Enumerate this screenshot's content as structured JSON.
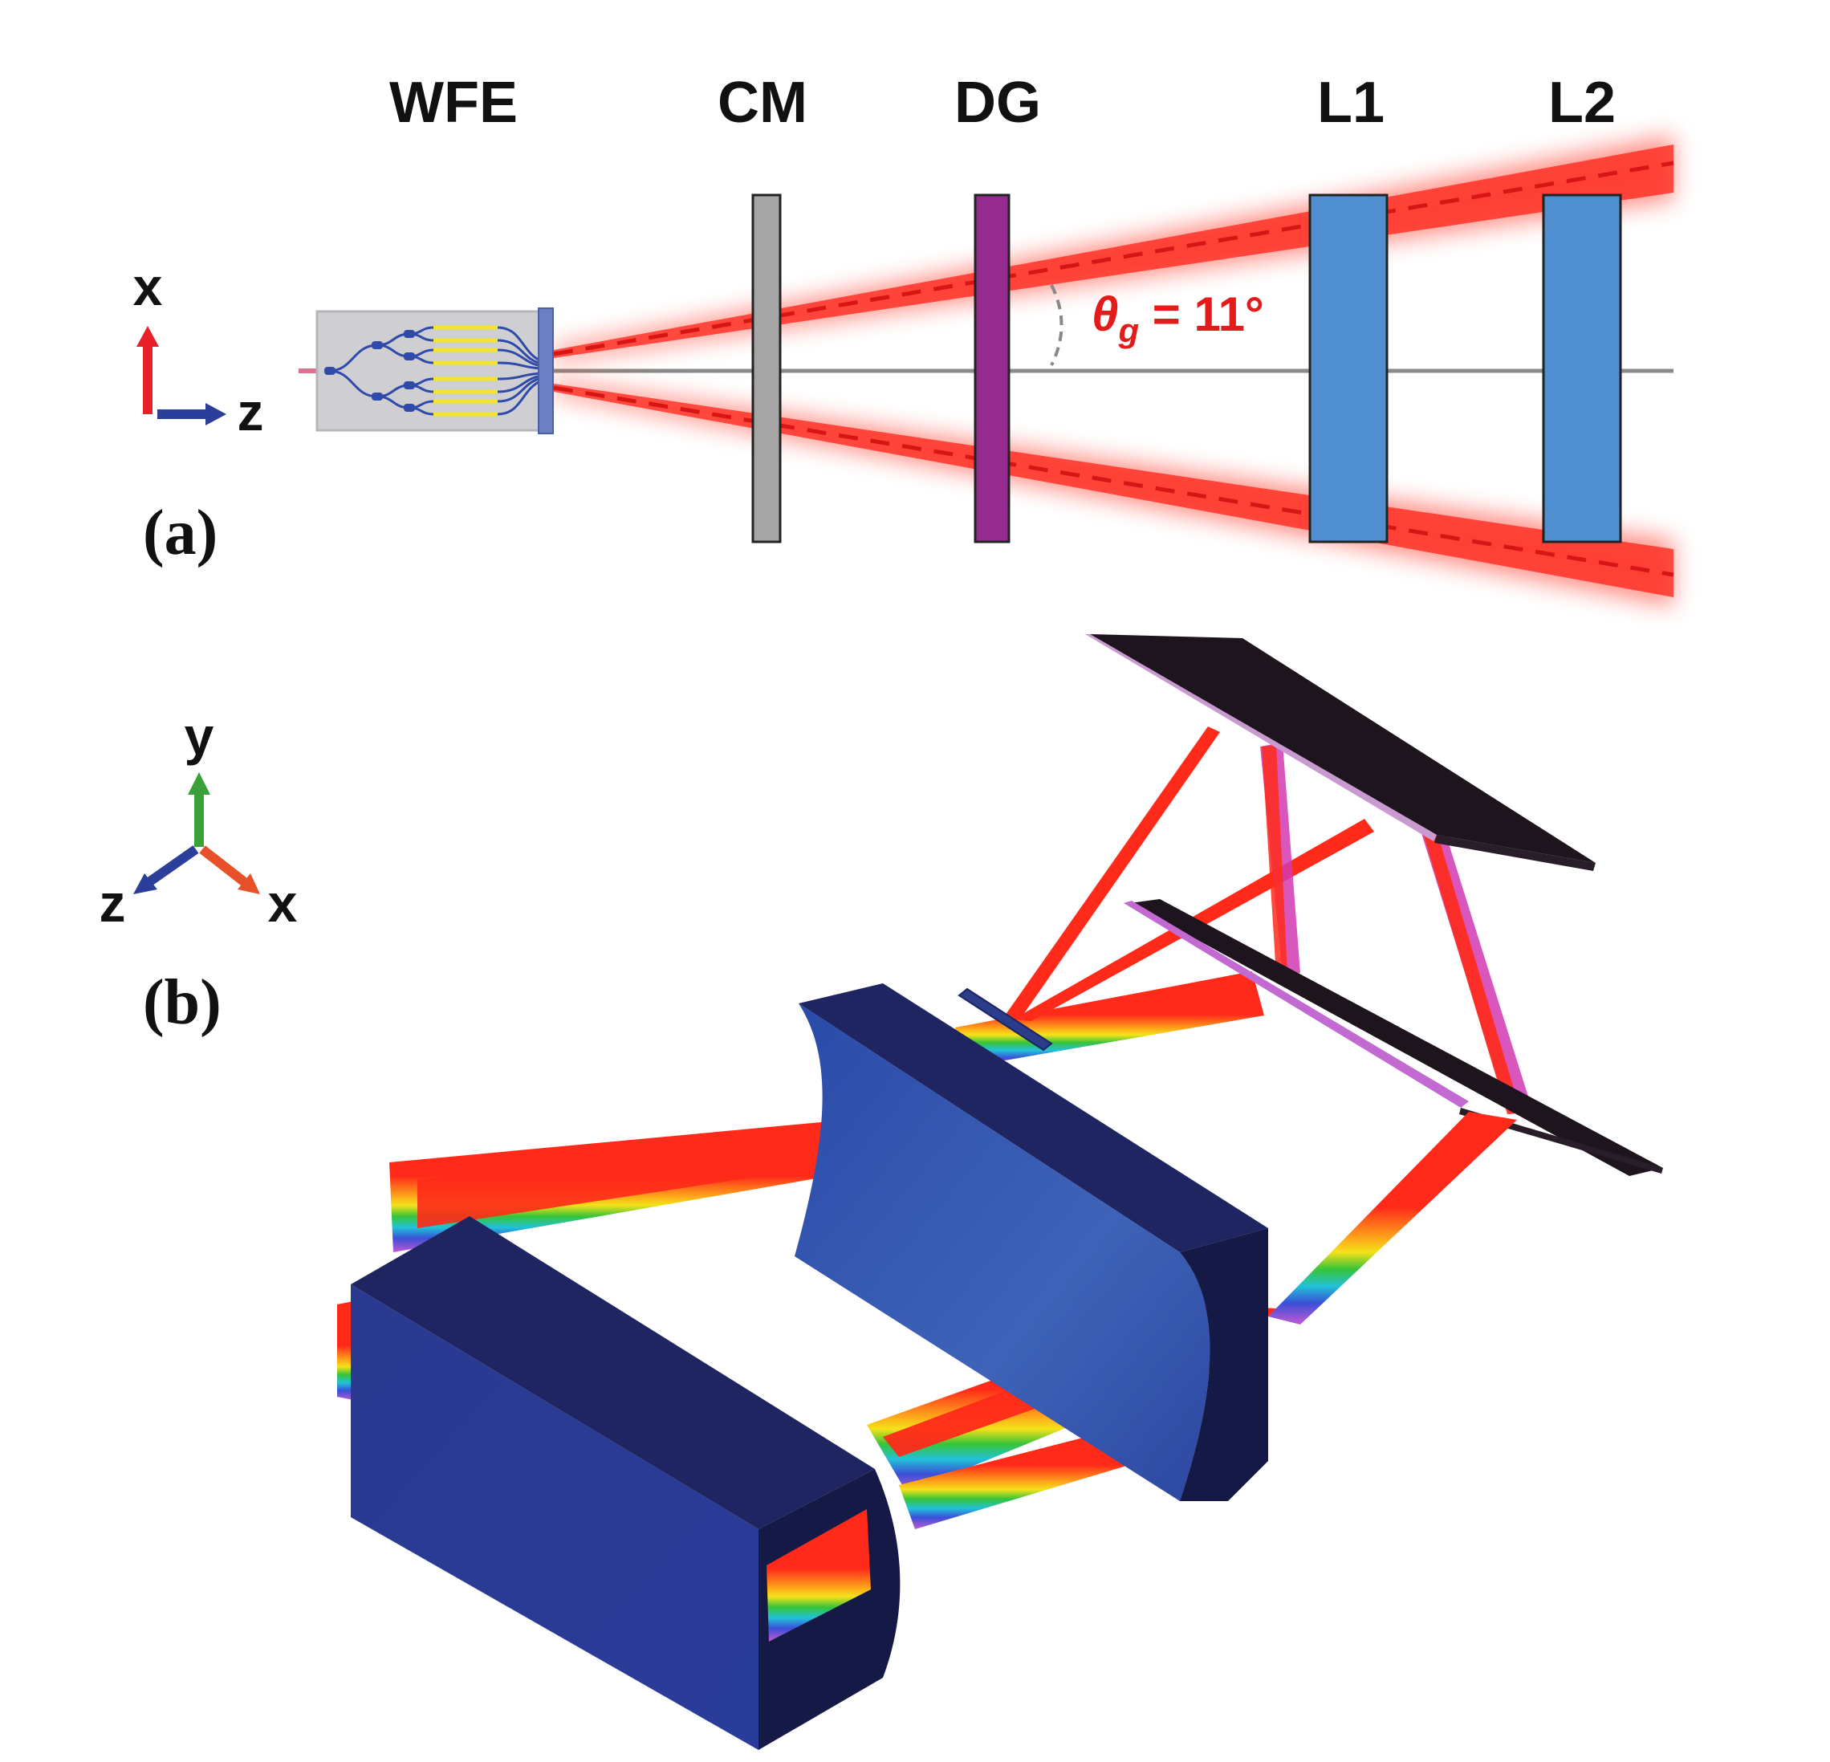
{
  "panel_a": {
    "label": "(a)",
    "components": {
      "wfe": "WFE",
      "cm": "CM",
      "dg": "DG",
      "l1": "L1",
      "l2": "L2"
    },
    "angle": {
      "symbol": "θ",
      "subscript": "g",
      "value_text": " = 11°"
    },
    "axes": {
      "vertical": "x",
      "horizontal": "z"
    }
  },
  "panel_b": {
    "label": "(b)",
    "axes": {
      "up": "y",
      "left": "z",
      "right": "x"
    }
  },
  "colors": {
    "beam": "#e41b1b",
    "lens_2d": "#4f8fcf",
    "grating_2d": "#952a8f",
    "cm_2d": "#a0a0a0",
    "lens_3d_front": "#2b3c94",
    "lens_3d_top": "#1f2560",
    "mirror_dark": "#1d141d",
    "mirror_edge": "#c99ad0",
    "axis_x": "#e8202a",
    "axis_y": "#3aa13a",
    "axis_z": "#2b3f9a",
    "axis_x3d": "#e8502a"
  }
}
